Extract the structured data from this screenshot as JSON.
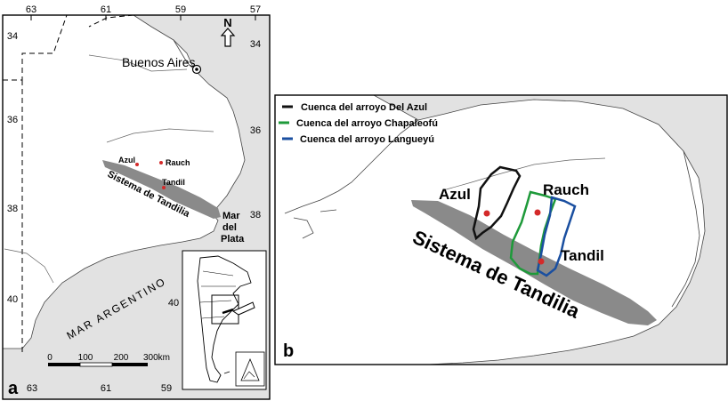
{
  "panel_a": {
    "panel_letter": "a",
    "graticule_top": [
      "63",
      "61",
      "59",
      "57"
    ],
    "graticule_bottom": [
      "63",
      "61",
      "59"
    ],
    "graticule_left": [
      "34",
      "36",
      "38",
      "40"
    ],
    "graticule_inner": [
      "34",
      "36",
      "38",
      "40"
    ],
    "north_label": "N",
    "city_buenos_aires": "Buenos Aires",
    "label_azul": "Azul",
    "label_rauch": "Rauch",
    "label_tandil": "Tandil",
    "label_sistema": "Sistema de Tandilia",
    "label_mar_del_plata_1": "Mar",
    "label_mar_del_plata_2": "del",
    "label_mar_del_plata_3": "Plata",
    "label_sea": "MAR ARGENTINO",
    "scale_ticks": [
      "0",
      "100",
      "200",
      "300km"
    ]
  },
  "panel_b": {
    "panel_letter": "b",
    "legend": [
      {
        "label": "Cuenca del arroyo Del Azul",
        "color": "#111111"
      },
      {
        "label": "Cuenca del arroyo Chapaleofú",
        "color": "#1e9a3a"
      },
      {
        "label": "Cuenca del arroyo Langueyú",
        "color": "#1a4fa0"
      }
    ],
    "label_azul": "Azul",
    "label_rauch": "Rauch",
    "label_tandil": "Tandil",
    "label_sistema": "Sistema de Tandilia"
  },
  "colors": {
    "land": "#ffffff",
    "sea": "#e2e2e2",
    "range": "#8a8a8a",
    "town": "#d42a2a"
  }
}
